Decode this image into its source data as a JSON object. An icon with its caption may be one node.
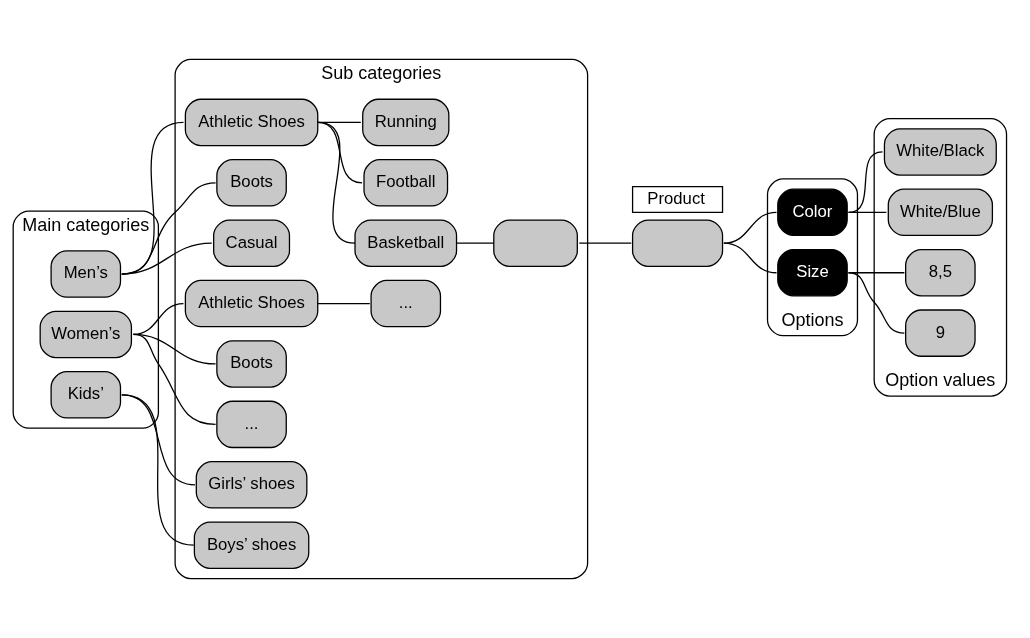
{
  "diagram": {
    "nodes": [
      {
        "text": [
          "Main categories"
        ]
      },
      {
        "text": [
          "Men’s"
        ],
        "in": 0
      },
      {
        "text": [
          "Women’s"
        ],
        "in": 0
      },
      {
        "text": [
          "Kids’"
        ],
        "in": 0
      },
      {
        "text": [
          "Sub categories"
        ]
      },
      {
        "text": [
          "Athletic Shoes"
        ],
        "in": 4
      },
      {
        "text": [
          "Boots"
        ],
        "in": 4
      },
      {
        "text": [
          "Casual"
        ],
        "in": 4
      },
      {
        "text": [
          "Basketball"
        ],
        "in": 4
      },
      {
        "text": [
          "Football"
        ],
        "in": 4
      },
      {
        "text": [
          "Running"
        ],
        "in": 4
      },
      {
        "text": [],
        "shape": "box",
        "in": 4
      },
      {
        "text": [
          "Athletic Shoes"
        ],
        "in": 4
      },
      {
        "text": [
          "..."
        ],
        "in": 4
      },
      {
        "text": [
          "Boots"
        ],
        "in": 4
      },
      {
        "text": [
          "..."
        ],
        "in": 4
      },
      {
        "text": [
          "Girls’ shoes"
        ],
        "in": 4
      },
      {
        "text": [
          "Boys’ shoes"
        ],
        "in": 4
      },
      {
        "text": [],
        "shape": "box",
        "beside": [
          "Product"
        ]
      },
      {
        "text": [
          "Options"
        ]
      },
      {
        "text": [
          "Color"
        ],
        "in": 19
      },
      {
        "text": [
          "Size"
        ],
        "in": 19
      },
      {
        "text": [
          "Option values"
        ]
      },
      {
        "text": [
          "White/Black"
        ],
        "in": 22
      },
      {
        "text": [
          "White/Blue"
        ],
        "in": 22
      },
      {
        "text": [
          "8,5"
        ],
        "in": 22
      },
      {
        "text": [
          "9"
        ],
        "in": 22
      }
    ],
    "edges": [
      {
        "from": 1,
        "to": 5,
        "arrow": "none"
      },
      {
        "from": 1,
        "to": 6,
        "arrow": "none"
      },
      {
        "from": 1,
        "to": 7,
        "arrow": "none"
      },
      {
        "from": 5,
        "to": 8,
        "arrow": "none"
      },
      {
        "from": 5,
        "to": 9,
        "arrow": "none"
      },
      {
        "from": 5,
        "to": 10,
        "arrow": "none"
      },
      {
        "from": 8,
        "to": 11,
        "arrow": "none"
      },
      {
        "from": 11,
        "to": 18,
        "arrow": "none"
      },
      {
        "from": 2,
        "to": 12,
        "arrow": "none"
      },
      {
        "from": 2,
        "to": 14,
        "arrow": "none"
      },
      {
        "from": 2,
        "to": 15,
        "arrow": "none"
      },
      {
        "from": 12,
        "to": 13,
        "arrow": "none"
      },
      {
        "from": 3,
        "to": 16,
        "arrow": "none"
      },
      {
        "from": 3,
        "to": 17,
        "arrow": "none"
      },
      {
        "from": 18,
        "to": 20,
        "arrow": "none"
      },
      {
        "from": 18,
        "to": 21,
        "arrow": "none"
      },
      {
        "from": 20,
        "to": 23,
        "arrow": "none"
      },
      {
        "from": 20,
        "to": 24,
        "arrow": "none"
      },
      {
        "from": 21,
        "to": 25,
        "arrow": "none"
      },
      {
        "from": 21,
        "to": 26,
        "arrow": "none"
      }
    ]
  }
}
